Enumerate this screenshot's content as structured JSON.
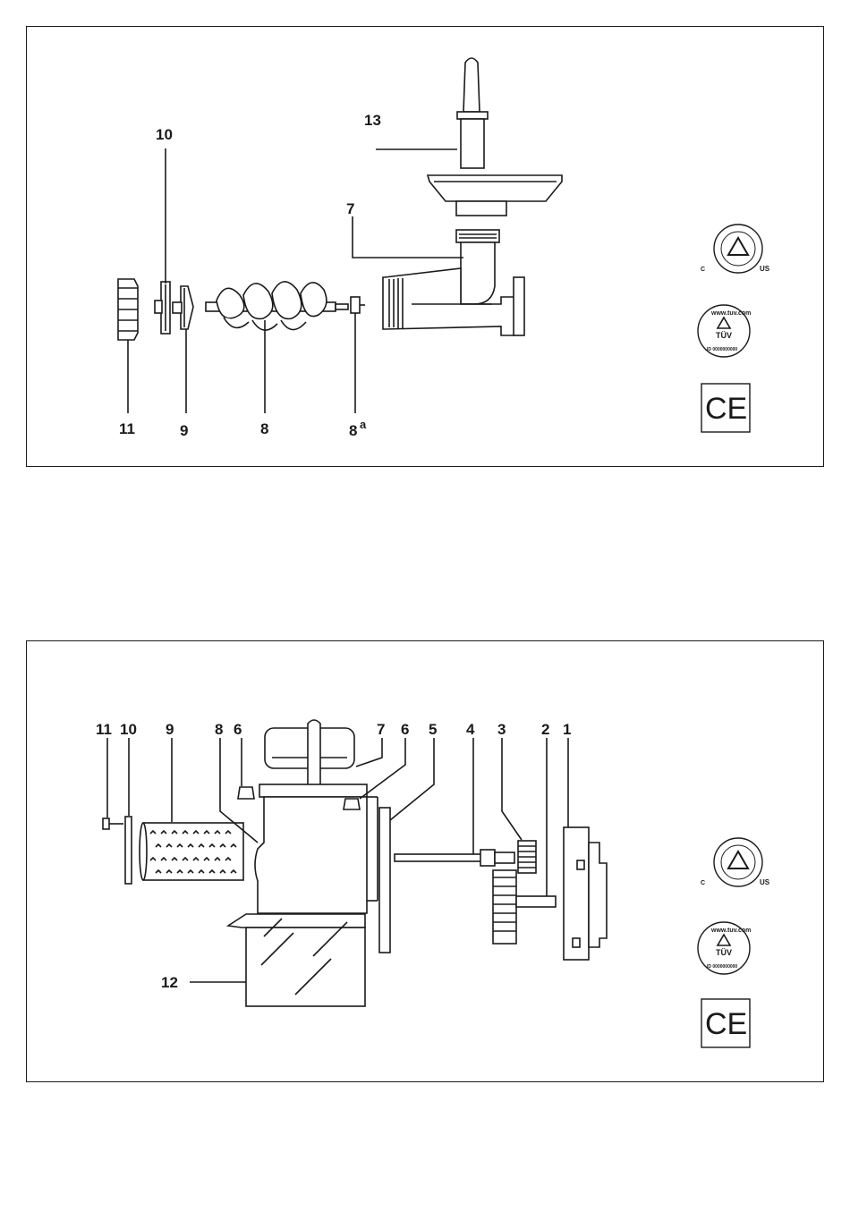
{
  "figure1": {
    "labels": {
      "p13": "13",
      "p10": "10",
      "p7": "7",
      "p11": "11",
      "p9": "9",
      "p8": "8",
      "p8a_main": "8",
      "p8a_sup": "a"
    },
    "marks": {
      "tuv_rheinland": "TÜV Rheinland of North America, Inc.",
      "tuv_rheinland_c": "C",
      "tuv_rheinland_us": "US",
      "tuv_com_top": "www.tuv.com",
      "tuv_com_mid": "TÜV",
      "tuv_com_bottom": "ID 0000000000",
      "ce": "CE"
    }
  },
  "figure2": {
    "labels": {
      "p11": "11",
      "p10": "10",
      "p9": "9",
      "p8": "8",
      "p6a": "6",
      "p7": "7",
      "p6b": "6",
      "p5": "5",
      "p4": "4",
      "p3": "3",
      "p2": "2",
      "p1": "1",
      "p12": "12"
    },
    "marks": {
      "tuv_rheinland": "TÜV Rheinland of North America, Inc.",
      "tuv_rheinland_c": "C",
      "tuv_rheinland_us": "US",
      "tuv_com_top": "www.tuv.com",
      "tuv_com_mid": "TÜV",
      "tuv_com_bottom": "ID 0000000000",
      "ce": "CE"
    }
  }
}
